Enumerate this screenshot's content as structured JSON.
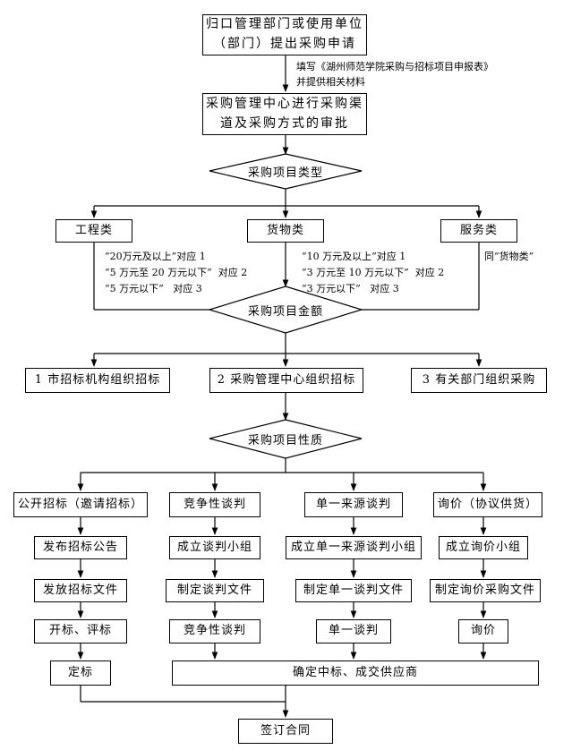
{
  "flow": {
    "step1": "归口管理部门或使用单位（部门）提出采购申请",
    "note1": "填写《湖州师范学院采购与招标项目申报表》并提供相关材料",
    "step2": "采购管理中心进行采购渠道及采购方式的审批",
    "decision1": "采购项目类型",
    "types": [
      "工程类",
      "货物类",
      "服务类"
    ],
    "type_notes": {
      "engineering": [
        "“20万元及以上”对应 1",
        "“5 万元至 20 万元以下”  对应 2",
        "“5 万元以下”   对应 3"
      ],
      "goods": [
        "“10 万元及以上”对应 1",
        "“3 万元至 10 万元以下”  对应 2",
        "“3 万元以下”   对应 3"
      ],
      "service": "同“货物类”"
    },
    "decision2": "采购项目金额",
    "channels": [
      "1 市招标机构组织招标",
      "2 采购管理中心组织招标",
      "3 有关部门组织采购"
    ],
    "decision3": "采购项目性质",
    "methods": [
      {
        "title": "公开招标（邀请招标）",
        "steps": [
          "发布招标公告",
          "发放招标文件",
          "开标、评标"
        ]
      },
      {
        "title": "竞争性谈判",
        "steps": [
          "成立谈判小组",
          "制定谈判文件",
          "竞争性谈判"
        ]
      },
      {
        "title": "单一来源谈判",
        "steps": [
          "成立单一来源谈判小组",
          "制定单一谈判文件",
          "单一谈判"
        ]
      },
      {
        "title": "询价（协议供货）",
        "steps": [
          "成立询价小组",
          "制定询价采购文件",
          "询价"
        ]
      }
    ],
    "decide": "定标",
    "confirm": "确定中标、成交供应商",
    "contract": "签订合同"
  }
}
